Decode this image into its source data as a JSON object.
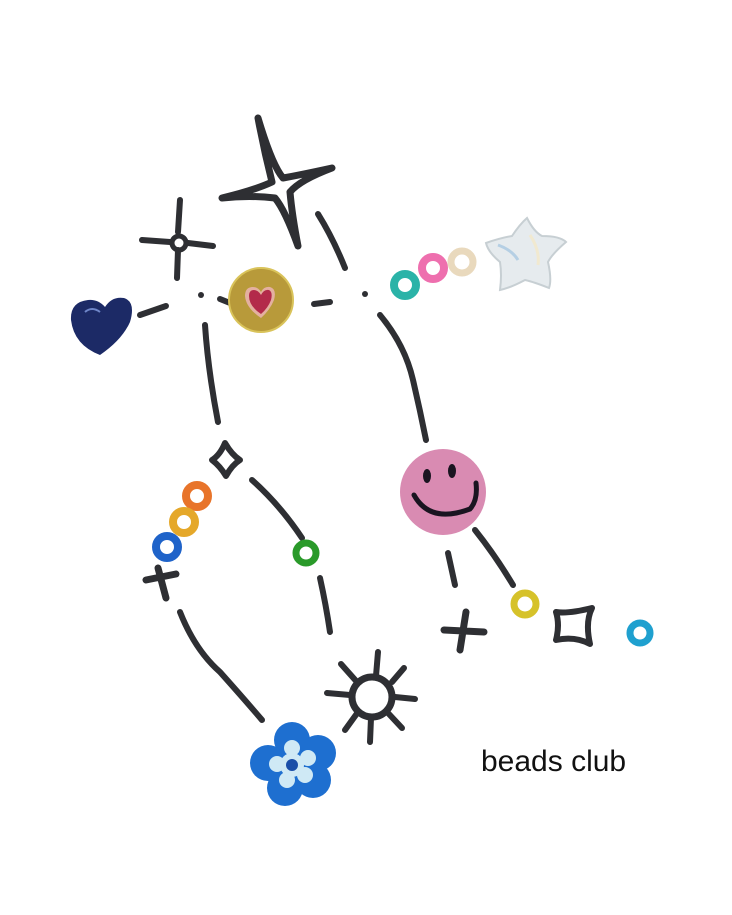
{
  "caption": "beads club",
  "colors": {
    "ink": "#2e2f33",
    "navy_heart": "#1c2a66",
    "gold_coin": "#b89a3a",
    "coin_heart": "#b32a4a",
    "teal_bead": "#2bb3a8",
    "pink_bead": "#ee6fae",
    "cream_bead": "#efe2c8",
    "star_bead": "#e8ecef",
    "smiley_bead": "#d98bb2",
    "orange_bead": "#e8742a",
    "yellow_orange_bead": "#e5a82a",
    "blue_bead": "#1f63c9",
    "green_bead": "#2a9a2a",
    "yellow_bead": "#d6c22a",
    "cyan_bead": "#1fa0cf",
    "flower_blue": "#1e6fd0",
    "flower_light": "#cfe9f5"
  },
  "elements": [
    "navy-heart-bead",
    "gold-heart-coin-bead",
    "teal-ring-bead",
    "pink-ring-bead",
    "cream-ring-bead",
    "iridescent-star-bead",
    "pink-smiley-bead",
    "orange-ring-bead",
    "yellow-orange-ring-bead",
    "blue-ring-bead",
    "green-ring-bead",
    "yellow-ring-bead",
    "cyan-ring-bead",
    "blue-flower-bead",
    "sparkle-stars",
    "sun-doodle",
    "cross-marks"
  ]
}
